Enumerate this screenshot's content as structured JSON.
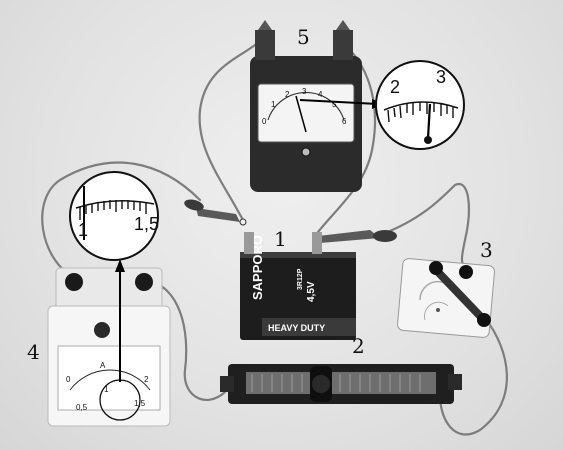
{
  "labels": {
    "battery": "1",
    "rheostat": "2",
    "switch": "3",
    "ammeter": "4",
    "voltmeter": "5"
  },
  "ammeter_zoom": {
    "left": "1",
    "right": "1,5"
  },
  "voltmeter_zoom": {
    "left": "2",
    "right": "3"
  },
  "ammeter_face": {
    "t0": "0",
    "t1": "1",
    "t2": "2",
    "t05": "0,5",
    "t15": "1,5",
    "unit": "A"
  },
  "voltmeter_face": {
    "t0": "0",
    "t1": "1",
    "t2": "2",
    "t3": "3",
    "t4": "4",
    "t5": "5",
    "t6": "6"
  },
  "battery": {
    "brand": "SAPPORO",
    "type": "HEAVY DUTY",
    "voltage": "4,5V",
    "model": "3R12P"
  }
}
